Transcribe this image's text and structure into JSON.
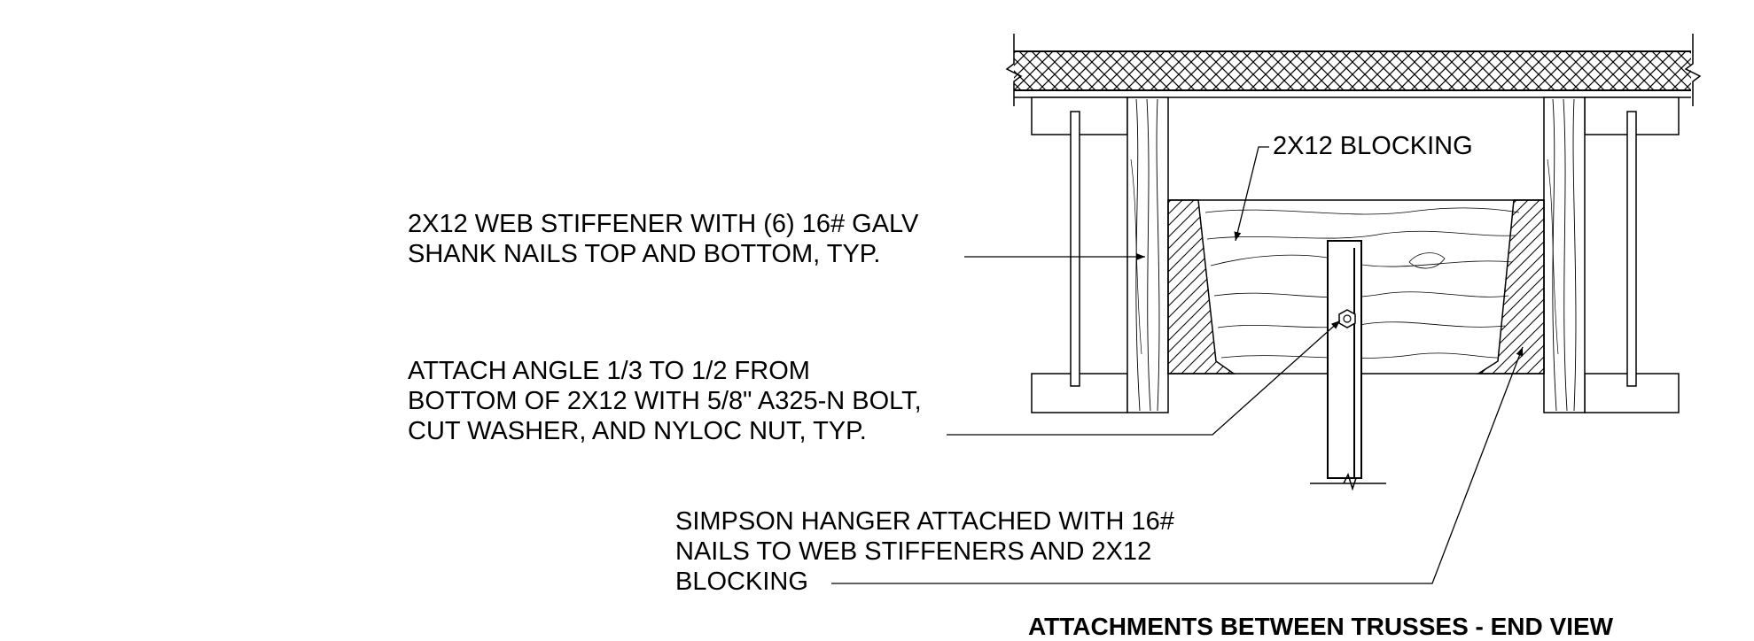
{
  "title": "ATTACHMENTS BETWEEN TRUSSES - END VIEW",
  "callouts": {
    "blocking": {
      "lines": [
        "2X12 BLOCKING"
      ]
    },
    "web_stiffener": {
      "lines": [
        "2X12 WEB STIFFENER WITH (6) 16# GALV",
        "SHANK NAILS TOP AND BOTTOM, TYP."
      ]
    },
    "angle_attach": {
      "lines": [
        "ATTACH ANGLE 1/3 TO 1/2 FROM",
        "BOTTOM OF 2X12 WITH 5/8\" A325-N BOLT,",
        "CUT WASHER, AND NYLOC NUT, TYP."
      ]
    },
    "hanger": {
      "lines": [
        "SIMPSON HANGER ATTACHED WITH 16#",
        "NAILS TO WEB STIFFENERS AND 2X12",
        "BLOCKING"
      ]
    }
  },
  "colors": {
    "ink": "#000000",
    "background": "#ffffff"
  }
}
